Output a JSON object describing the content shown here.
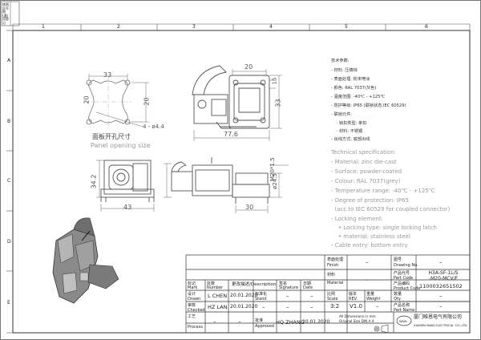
{
  "sheet": {
    "top_numbers": [
      "1",
      "2",
      "3",
      "4",
      "5",
      "6"
    ],
    "side_letters": [
      "A",
      "B",
      "C",
      "D",
      "E"
    ],
    "stamp_vertical": "底图总号 借(通)用登记"
  },
  "views": {
    "panel_cn": "面板开孔尺寸",
    "panel_en": "Panel opening size",
    "dims": {
      "d33_top": "33",
      "d20_left": "20",
      "d4x44": "4 - ø4.4",
      "d20_side": "20",
      "d15": "15",
      "d33_right": "33",
      "d776": "77.6",
      "dM20": "M20*1.5",
      "d342": "34.2",
      "d245": "ø24.5",
      "d43": "43",
      "d30": "30"
    }
  },
  "spec_cn": {
    "title": "技术参数:",
    "lines": [
      "- 材料: 压铸锌",
      "- 表面处理: 粉末喷涂",
      "- 颜色: RAL 7037(灰色)",
      "- 温度范围: -40℃ - +125℃",
      "- 防护等级: IP65 (联锁状态,IEC 60529)",
      "- 联锁元件:",
      "    · 锁扣类型: 单扣",
      "    · 材料: 不锈钢",
      "- 出线方式: 底部出线"
    ]
  },
  "spec_en": {
    "title": "Technical specification:",
    "lines": [
      "- Material: zinc die-cast",
      "- Surface: powder-coated",
      "- Colour: RAL 7037(grey)",
      "- Temperature range: -40℃ - +125℃",
      "- Degree of protection: IP65",
      "  (acc.to IEC 60529 for coupled connector)",
      "- Locking element:",
      "    • Locking type: single locking latch",
      "    • material: stainless steel",
      "- Cable entry: bottom entry"
    ]
  },
  "title_block": {
    "finish_label": "表面处理",
    "finish_en": "Finish",
    "finish_val": "–",
    "drawing_no_label": "图号",
    "drawing_no_en": "Drawing No.",
    "drawing_no_val": "–",
    "part_code_label": "产品代号",
    "part_code_en": "Part Code",
    "part_code_val": "H3A-SF-1L/S\n-M20-MCV/F",
    "material_label": "材料",
    "material_en": "Material",
    "material_val": "–",
    "product_code_label": "产品编码",
    "product_code_en": "Product Code",
    "product_code_val": "1100032651502",
    "mark_label": "标记",
    "mark_en": "Mark",
    "number_label": "处数",
    "number_en": "Number",
    "description_label": "更改描述/Description",
    "signature_label": "签名",
    "signature_en": "Signature",
    "date_label": "日期",
    "date_en": "Date",
    "drawn_label": "设计",
    "drawn_en": "Drawn",
    "drawn_name": "L CHEN",
    "drawn_date": "20.01.2020",
    "stand_label": "标准化",
    "stand_en": "Stand",
    "checked_label": "审核",
    "checked_en": "Checked",
    "checked_name": "HZ LAN",
    "checked_date": "20.01.2020",
    "process_label": "工艺",
    "process_en": "Process",
    "approved_label": "批准",
    "approved_en": "Approved",
    "approved_name": "HQ ZHANG",
    "approved_date": "20.01.2020",
    "scale_label": "比例",
    "scale_en": "Scale",
    "scale_val": "3:2",
    "rev_label": "版本",
    "rev_en": "REV.",
    "rev_val": "V1.0",
    "weight_label": "重量",
    "weight_en": "Weight",
    "weight_val": "–",
    "qty_label": "数量",
    "qty_en": "Qty.",
    "qty_val": "–",
    "part_name_label": "产品名称",
    "part_name_en": "Part Name",
    "part_name_val": "–",
    "dims_note1": "All Dimensions in mm",
    "dims_note2": "Original Size DIN A 4",
    "dash": "–",
    "company_cn": "厦门唯恩电气有限公司",
    "company_en": "XIAMEN WAIN ELECTRICAL CO.,LTD.",
    "logo_text": "WAIN"
  }
}
